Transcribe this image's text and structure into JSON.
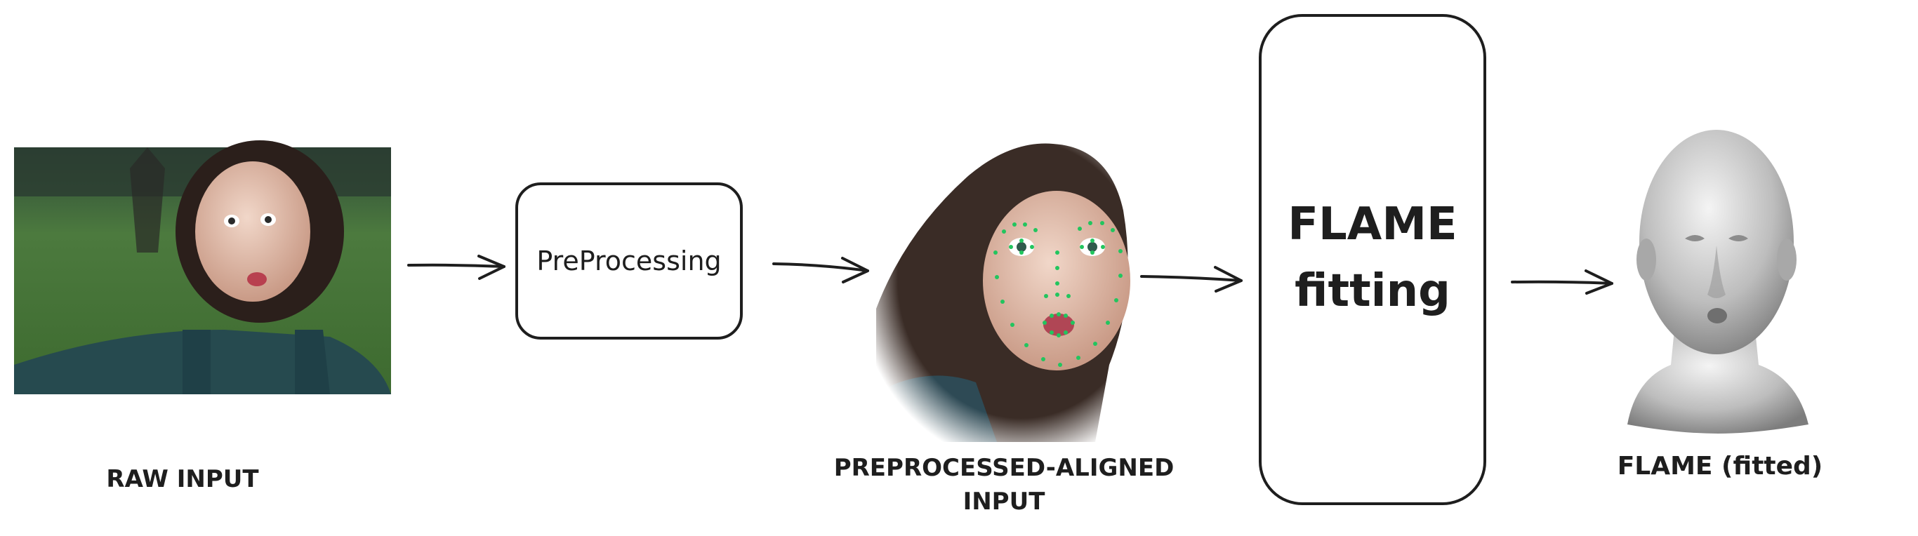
{
  "nodes": {
    "raw_input": {
      "caption": "RAW INPUT"
    },
    "preprocessing": {
      "label": "PreProcessing"
    },
    "aligned_input": {
      "caption_line1": "PREPROCESSED-ALIGNED",
      "caption_line2": "INPUT",
      "landmark_color": "#22c55e"
    },
    "flame_fitting": {
      "line1": "FLAME",
      "line2": "fitting"
    },
    "flame_fitted": {
      "caption": "FLAME (fitted)"
    }
  },
  "colors": {
    "stroke": "#1e1e1e",
    "background": "#ffffff"
  },
  "edges": [
    {
      "from": "raw_input",
      "to": "preprocessing"
    },
    {
      "from": "preprocessing",
      "to": "aligned_input"
    },
    {
      "from": "aligned_input",
      "to": "flame_fitting"
    },
    {
      "from": "flame_fitting",
      "to": "flame_fitted"
    }
  ]
}
